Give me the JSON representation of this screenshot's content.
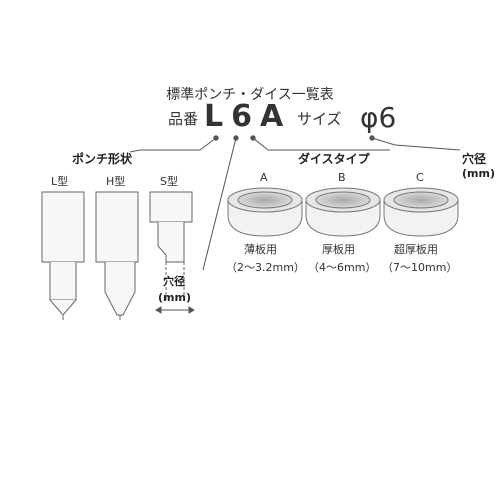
{
  "header": {
    "title": "標準ポンチ・ダイス一覧表"
  },
  "part_number": {
    "label": "品番",
    "code": "L6A"
  },
  "size": {
    "label": "サイズ",
    "value": "φ6"
  },
  "punch": {
    "section_title": "ポンチ形状",
    "types": [
      {
        "label": "L型"
      },
      {
        "label": "H型"
      },
      {
        "label": "S型"
      }
    ],
    "hole_label": "穴径",
    "hole_unit": "(mm)"
  },
  "dies": {
    "section_title": "ダイスタイプ",
    "types": [
      {
        "letter": "A",
        "name": "薄板用",
        "range": "（2～3.2mm）"
      },
      {
        "letter": "B",
        "name": "厚板用",
        "range": "（4～6mm）"
      },
      {
        "letter": "C",
        "name": "超厚板用",
        "range": "（7～10mm）"
      }
    ]
  },
  "hole_diameter": {
    "label": "穴径",
    "unit": "(mm)"
  },
  "colors": {
    "line": "#666666",
    "die_fill": "#f2f2f2",
    "die_inner": "#bdbdbd",
    "punch_fill": "#f7f7f7"
  }
}
